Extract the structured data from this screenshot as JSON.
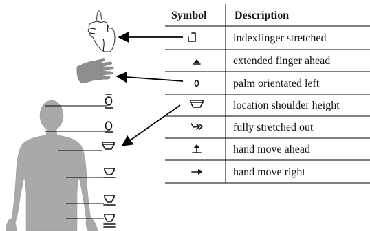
{
  "table": {
    "header": {
      "symbol": "Symbol",
      "description": "Description"
    },
    "rows": [
      {
        "symbol_icon": "index-finger-stretched-symbol",
        "description": "indexfinger stretched"
      },
      {
        "symbol_icon": "extended-finger-ahead-symbol",
        "description": "extended finger ahead"
      },
      {
        "symbol_icon": "palm-orientated-left-symbol",
        "description": "palm orientated left"
      },
      {
        "symbol_icon": "location-shoulder-height-symbol",
        "description": "location shoulder height"
      },
      {
        "symbol_icon": "fully-stretched-out-symbol",
        "description": "fully stretched out"
      },
      {
        "symbol_icon": "hand-move-ahead-symbol",
        "description": "hand move ahead"
      },
      {
        "symbol_icon": "hand-move-right-symbol",
        "description": "hand move right"
      }
    ]
  },
  "illustrations": {
    "pointing_hand_icon": "pointing-hand-sketch",
    "flat_hand_icon": "flat-palm-hand",
    "body_icon": "human-body-silhouette",
    "location_markers": [
      "head-top-marker",
      "head-marker",
      "shoulder-marker",
      "chest-marker",
      "waist-marker",
      "hip-marker"
    ]
  },
  "colors": {
    "silhouette": "#a9a9a9",
    "flat_hand": "#8e8e8e",
    "ink": "#111111"
  }
}
